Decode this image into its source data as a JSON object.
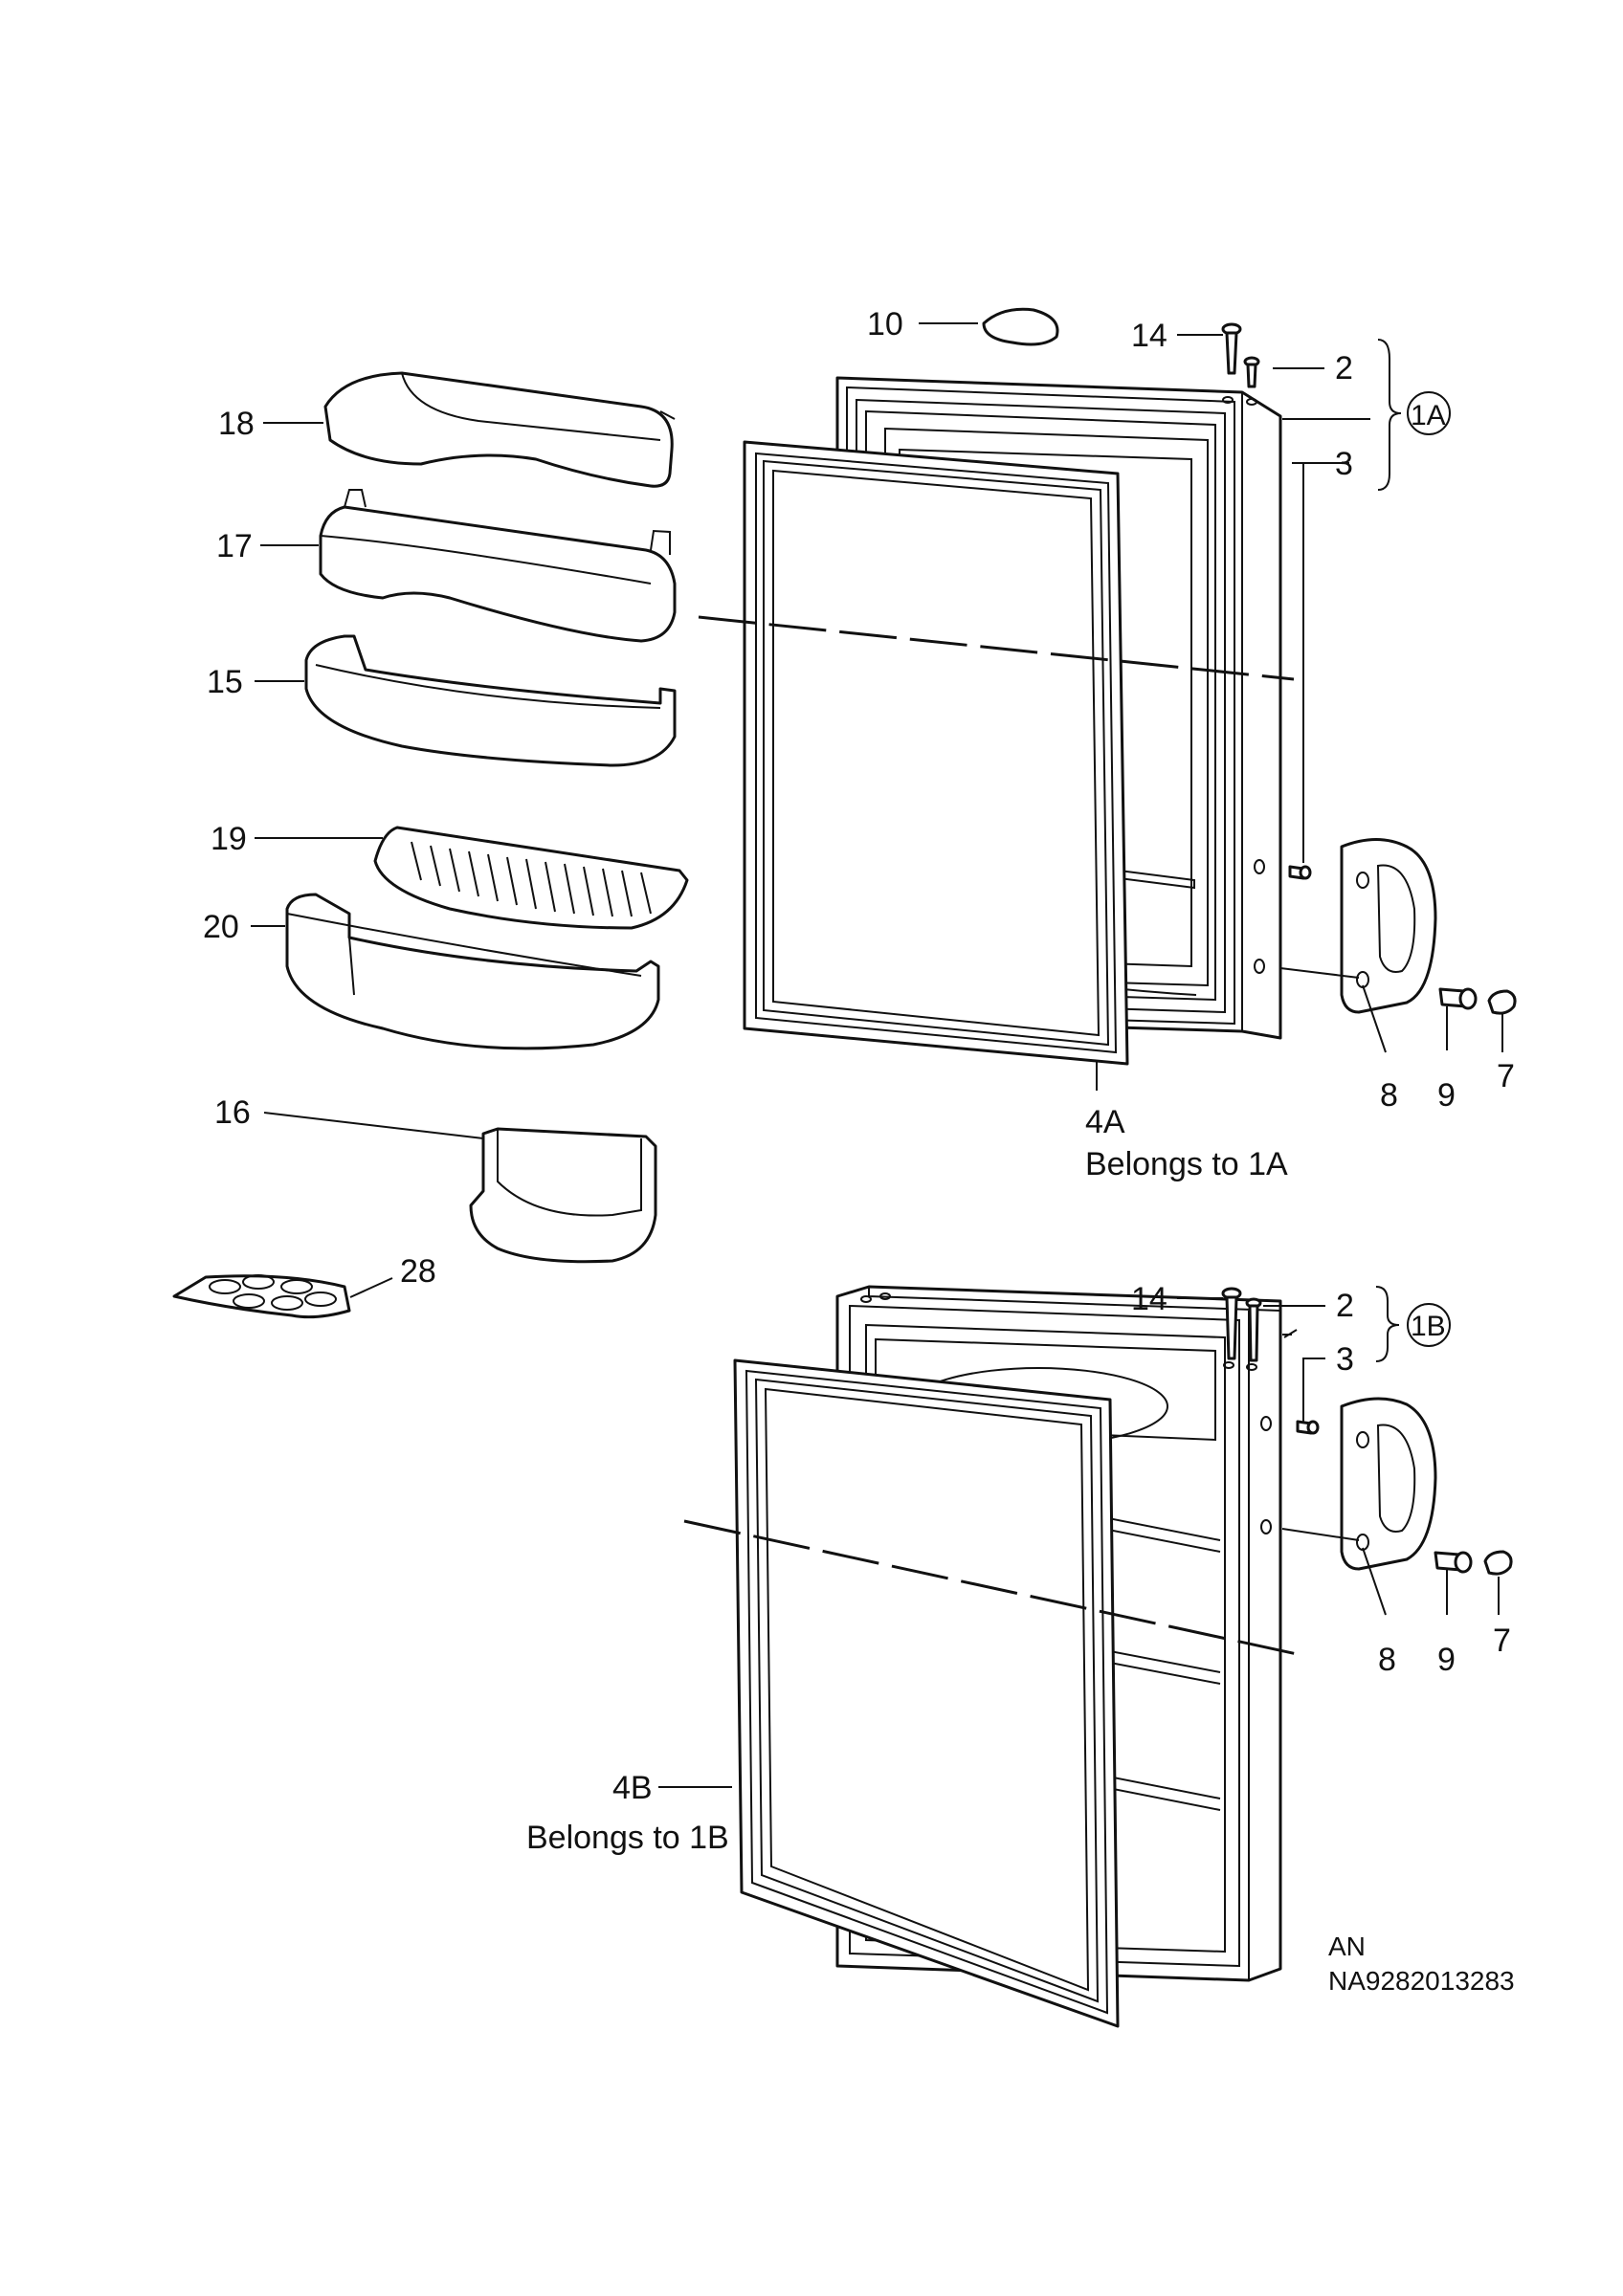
{
  "labels": {
    "l10": "10",
    "l14a": "14",
    "l2a": "2",
    "l3a": "3",
    "l1a": "1A",
    "l18": "18",
    "l17": "17",
    "l15": "15",
    "l19": "19",
    "l20": "20",
    "l16": "16",
    "l28": "28",
    "l8a": "8",
    "l9a": "9",
    "l7a": "7",
    "l4a": "4A",
    "belongs1a": "Belongs to 1A",
    "l14b": "14",
    "l2b": "2",
    "l3b": "3",
    "l1b": "1B",
    "l8b": "8",
    "l9b": "9",
    "l7b": "7",
    "l4b": "4B",
    "belongs1b": "Belongs to 1B",
    "an": "AN",
    "docnum": "NA9282013283"
  }
}
